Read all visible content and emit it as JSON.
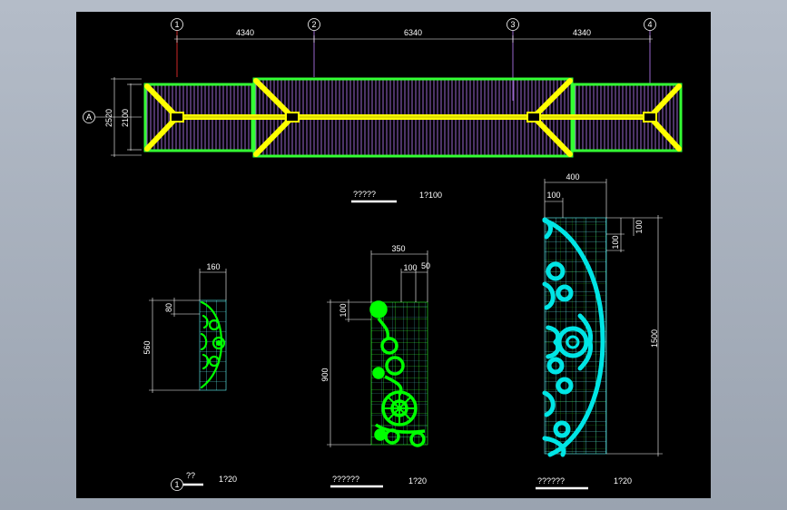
{
  "plan": {
    "grid_labels": [
      "1",
      "2",
      "3",
      "4"
    ],
    "row_label": "A",
    "dims_top": [
      "4340",
      "6340",
      "4340"
    ],
    "dims_left": [
      "2520",
      "2100"
    ],
    "title": "?????",
    "scale": "1?100"
  },
  "detail_small": {
    "dim_width": "160",
    "dim_top": "80",
    "dim_height": "560",
    "title": "??",
    "number": "1",
    "scale": "1?20"
  },
  "detail_mid": {
    "dim_width": "350",
    "dim_a": "100",
    "dim_b": "50",
    "dim_top": "100",
    "dim_height": "900",
    "title": "??????",
    "scale": "1?20"
  },
  "detail_large": {
    "dim_width": "400",
    "dim_a": "100",
    "dim_r1": "100",
    "dim_r2": "100",
    "dim_height": "1500",
    "title": "??????",
    "scale": "1?20"
  },
  "colors": {
    "background": "#000000",
    "frame_green": "#33ff33",
    "beam_yellow": "#ffff00",
    "slat_magenta": "#c080ff",
    "motif_cyan": "#00e5e5",
    "grid_cyan": "#66ffff",
    "motif_green": "#00ff00",
    "dim_white": "#ffffff"
  }
}
